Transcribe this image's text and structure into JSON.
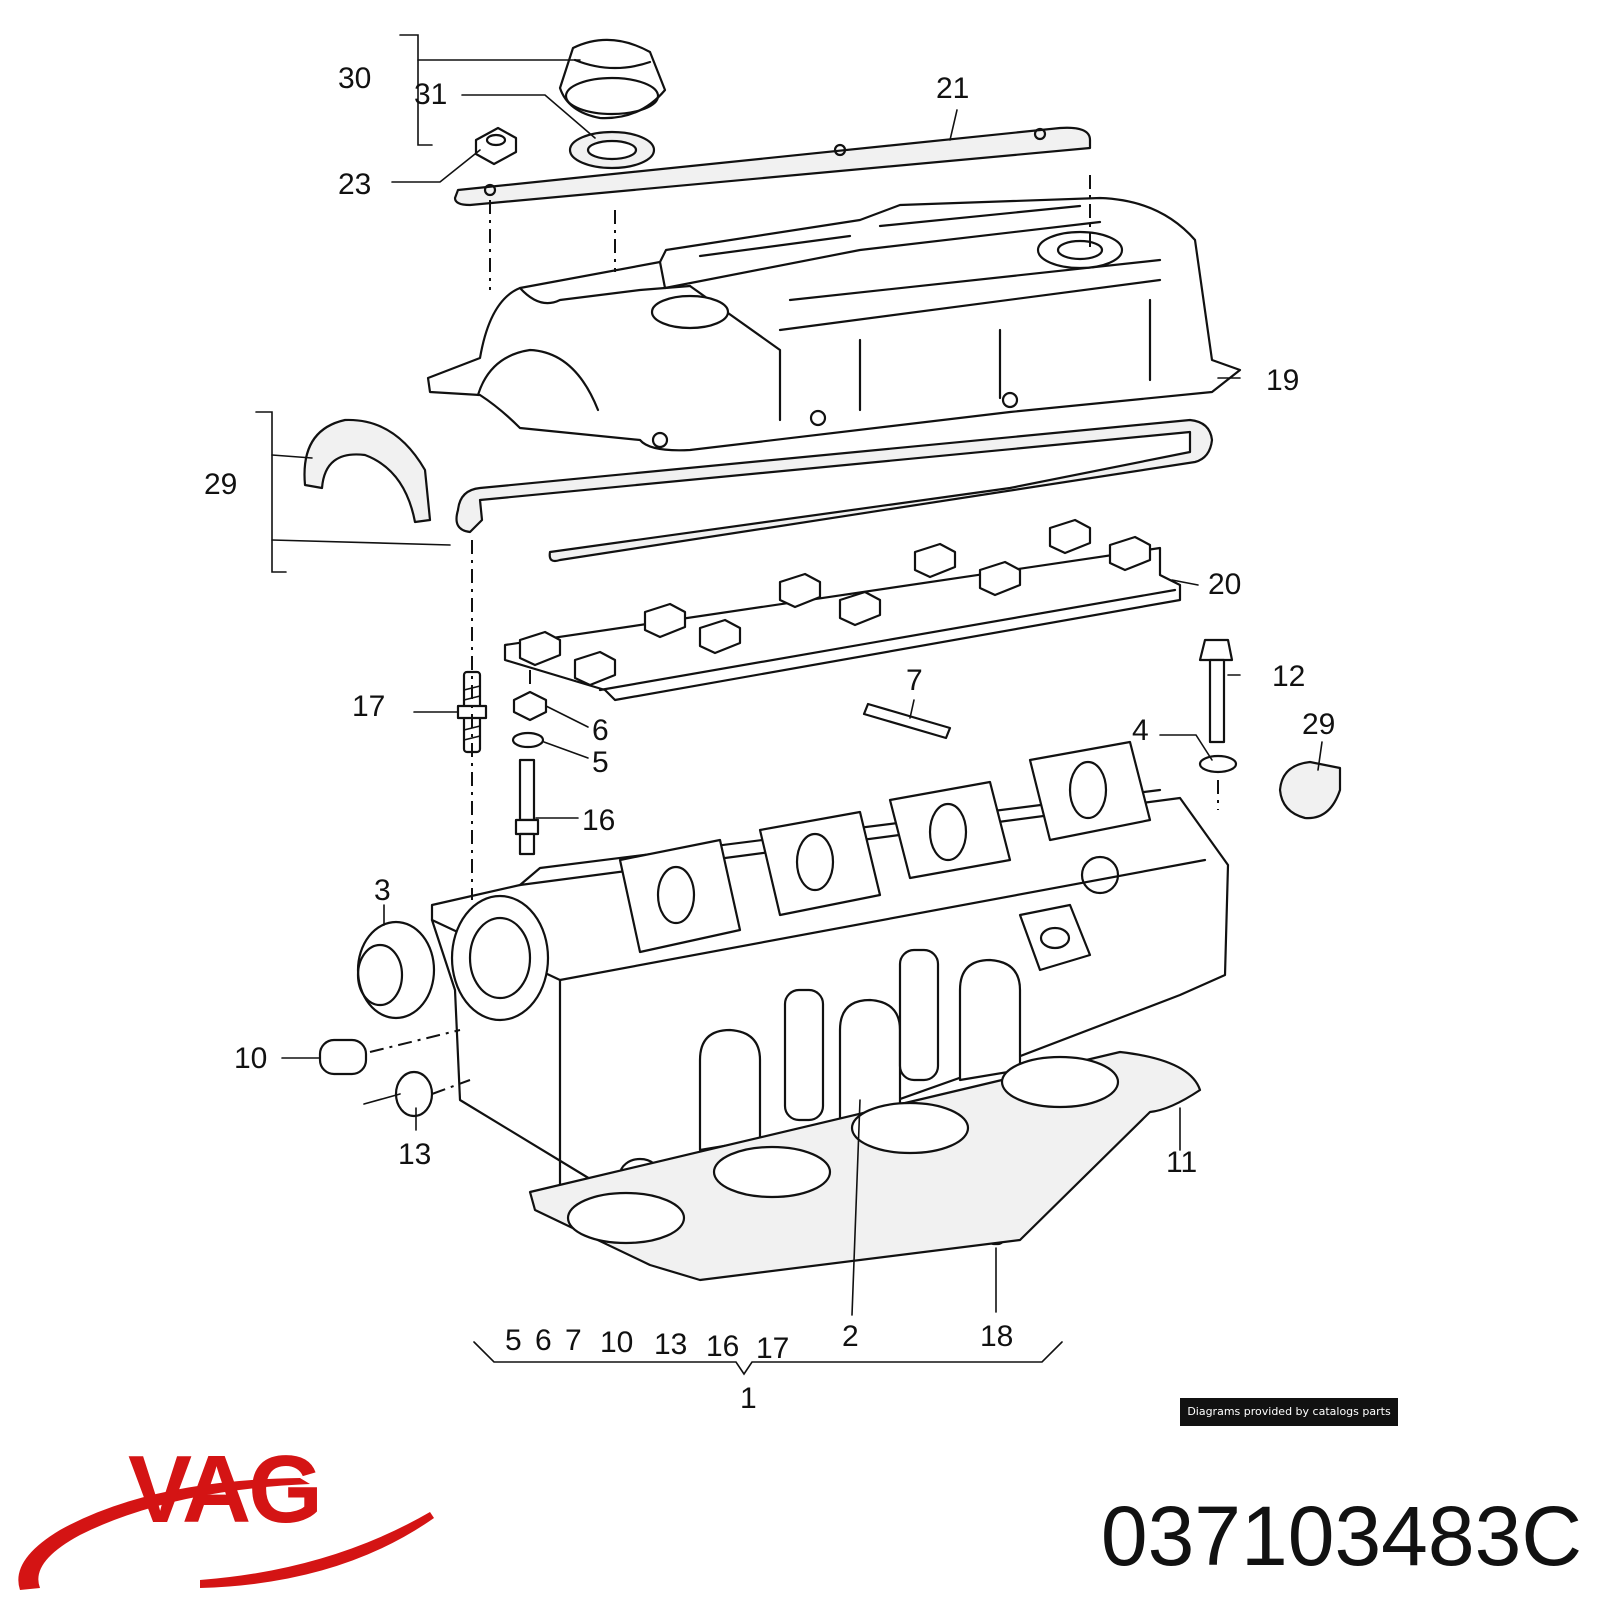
{
  "diagram": {
    "callouts": {
      "c30": "30",
      "c31": "31",
      "c21": "21",
      "c23": "23",
      "c19": "19",
      "c29a": "29",
      "c20": "20",
      "c17": "17",
      "c6": "6",
      "c5": "5",
      "c7": "7",
      "c12": "12",
      "c4": "4",
      "c29b": "29",
      "c16": "16",
      "c3": "3",
      "c10": "10",
      "c13": "13",
      "c11": "11",
      "c2": "2",
      "c18": "18",
      "c1": "1"
    },
    "kit_list": [
      "5",
      "6",
      "7",
      "10",
      "13",
      "16",
      "17"
    ]
  },
  "credit": "Diagrams provided by catalogs parts",
  "brand": {
    "name": "VAG",
    "color": "#d41414"
  },
  "part_number": "037103483C"
}
